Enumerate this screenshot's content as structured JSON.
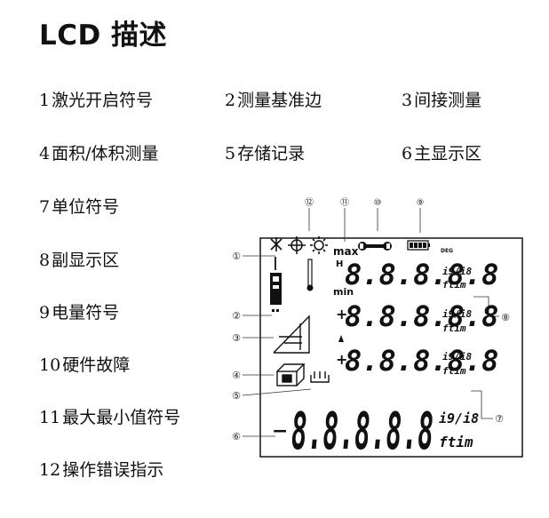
{
  "title": "LCD 描述",
  "legend": [
    {
      "num": "1",
      "text": "激光开启符号"
    },
    {
      "num": "2",
      "text": "测量基准边"
    },
    {
      "num": "3",
      "text": "间接测量"
    },
    {
      "num": "4",
      "text": "面积/体积测量"
    },
    {
      "num": "5",
      "text": "存储记录"
    },
    {
      "num": "6",
      "text": "主显示区"
    },
    {
      "num": "7",
      "text": "单位符号"
    },
    {
      "num": "8",
      "text": "副显示区"
    },
    {
      "num": "9",
      "text": "电量符号"
    },
    {
      "num": "10",
      "text": "硬件故障"
    },
    {
      "num": "11",
      "text": "最大最小值符号"
    },
    {
      "num": "12",
      "text": "操作错误指示"
    }
  ],
  "lcd": {
    "callouts": [
      "①",
      "②",
      "③",
      "④",
      "⑤",
      "⑥",
      "⑦",
      "⑧",
      "⑨",
      "⑩",
      "⑪",
      "⑫"
    ],
    "max_label": "max",
    "min_label": "min",
    "h_label": "H",
    "digits_small": "8.8.8.8.8",
    "digits_main": "8.8.8.8.8",
    "unit_frac": "i9/i8",
    "unit_ftm": "ftim",
    "deg_label": "DEG",
    "minus_sign": "−",
    "plus_sign": "+"
  }
}
